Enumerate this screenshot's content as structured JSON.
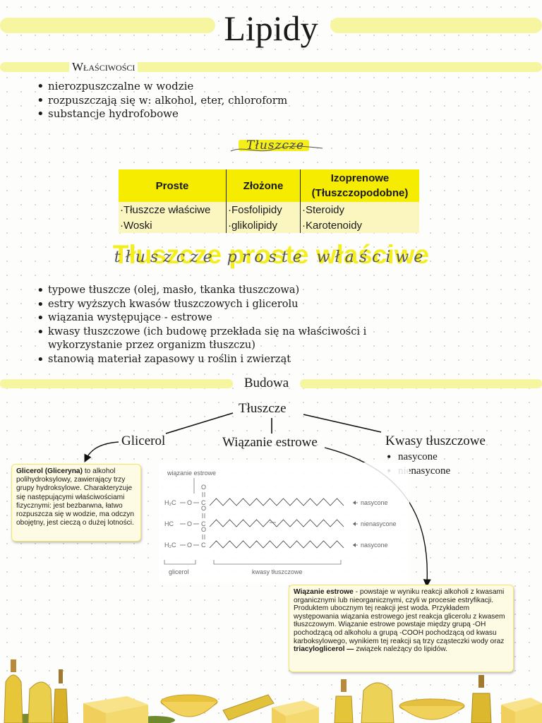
{
  "title": "Lipidy",
  "properties": {
    "heading": "Właściwości",
    "items": [
      "nierozpuszczalne w wodzie",
      "rozpuszczają się w: alkohol, eter, chloroform",
      "substancje hydrofobowe"
    ]
  },
  "fats_heading": "Tłuszcze",
  "classification": {
    "headers": [
      "Proste",
      "Złożone",
      "Izoprenowe (Tłuszczopodobne)"
    ],
    "rows": [
      [
        "·Tłuszcze właściwe",
        "·Fosfolipidy",
        "·Steroidy"
      ],
      [
        "·Woski",
        "·glikolipidy",
        "·Karotenoidy"
      ]
    ]
  },
  "simple_fats": {
    "heading": "Tłuszcze proste właściwe",
    "heading_script": "tłuszcze proste właściwe",
    "items": [
      "typowe tłuszcze (olej, masło, tkanka tłuszczowa)",
      "estry wyższych kwasów tłuszczowych i glicerolu",
      "wiązania występujące - estrowe",
      "kwasy tłuszczowe (ich budowę przekłada się na właściwości i wykorzystanie przez organizm tłuszczu)",
      "stanowią materiał zapasowy u roślin i zwierząt"
    ]
  },
  "structure": {
    "heading": "Budowa",
    "root": "Tłuszcze",
    "branches": {
      "glycerol": "Glicerol",
      "ester": "Wiązanie estrowe",
      "fatty_acids": "Kwasy tłuszczowe"
    },
    "fatty_acid_types": [
      "nasycone",
      "nienasycone"
    ]
  },
  "glycerol_note": {
    "term": "Glicerol (Gliceryna)",
    "text": " to alkohol polihydroksylowy, zawierający trzy grupy hydroksylowe. Charakteryzuje się następującymi właściwościami fizycznymi: jest bezbarwna, łatwo rozpuszcza się w wodzie, ma odczyn obojętny, jest cieczą o dużej lotności."
  },
  "ester_note": {
    "term": "Wiązanie estrowe",
    "text": " - powstaje w wyniku reakcji alkoholi z kwasami organicznymi lub nieorganicznymi, czyli w procesie estryfikacji. Produktem ubocznym tej reakcji jest woda. Przykładem występowania wiązania estrowego jest reakcja glicerolu z kwasem tłuszczowym. Wiązanie estrowe powstaje między grupą -OH pochodzącą od alkoholu a grupą -COOH pochodzącą od kwasu karboksylowego, wynikiem tej reakcji są trzy cząsteczki wody oraz ",
    "bold_end": "triacyloglicerol —",
    "tail": " związek należący do lipidów."
  },
  "figure": {
    "ester_label": "wiązanie estrowe",
    "chain_labels": [
      "nasycone",
      "nienasycone",
      "nasycone"
    ],
    "glycerol_label": "glicerol",
    "acids_label": "kwasy tłuszczowe",
    "rows": [
      {
        "left": "H₂C",
        "mid": "O"
      },
      {
        "left": "HC",
        "mid": "O"
      },
      {
        "left": "H₂C",
        "mid": "O"
      }
    ],
    "carbon": "C",
    "oxygen": "O",
    "dash": "—"
  },
  "colors": {
    "band": "#f7f6a0",
    "table_header": "#f5ec00",
    "table_cells": "#fbf6c0",
    "big_heading": "#f5ee1d",
    "note_border": "#f2e76a"
  }
}
